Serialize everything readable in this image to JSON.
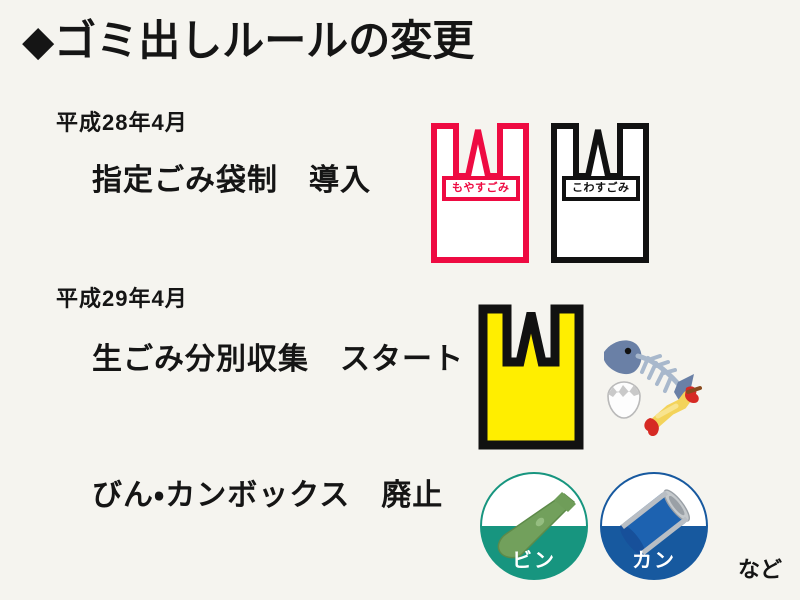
{
  "slide": {
    "background_color": "#f5f4ef",
    "title": "◆ゴミ出しルールの変更",
    "footnote": "など"
  },
  "sections": [
    {
      "era": "平成28年4月",
      "heading": "指定ごみ袋制　導入"
    },
    {
      "era": "平成29年4月",
      "heading": "生ごみ分別収集　スタート"
    },
    {
      "era": "",
      "heading": "びん・カンボックス　廃止"
    }
  ],
  "bags": [
    {
      "name": "burnable-bag",
      "label": "もやすごみ",
      "outline_color": "#ee0b42",
      "fill_color": "#ffffff"
    },
    {
      "name": "breakable-bag",
      "label": "こわすごみ",
      "outline_color": "#111111",
      "fill_color": "#ffffff"
    },
    {
      "name": "food-waste-bag",
      "label": "",
      "outline_color": "#111111",
      "fill_color": "#ffee00"
    }
  ],
  "garbage_icons": [
    {
      "name": "fish-bone-icon",
      "color": "#6a80a6"
    },
    {
      "name": "egg-shell-icon",
      "color": "#d9d9d9"
    },
    {
      "name": "chicken-bone-icon",
      "color": "#f0c84a"
    }
  ],
  "badges": [
    {
      "name": "bottle-badge",
      "label": "ビン",
      "ring_color": "#17957f",
      "item_color": "#72a05c"
    },
    {
      "name": "can-badge",
      "label": "カン",
      "ring_color": "#17599f",
      "item_color": "#1d62b0"
    }
  ]
}
